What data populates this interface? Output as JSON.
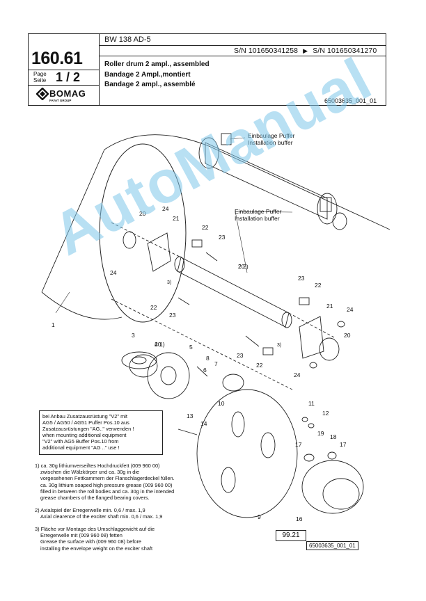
{
  "header": {
    "model": "BW 138 AD-5",
    "sn_from": "S/N 101650341258",
    "sn_arrow": "▶",
    "sn_to": "S/N 101650341270",
    "page_number": "160.61",
    "page_label_en": "Page",
    "page_label_de": "Seite",
    "page_value": "1 / 2",
    "logo_text": "BOMAG",
    "logo_sub": "FAYAT GROUP",
    "titles": [
      "Roller drum 2 ampl., assembled",
      "Bandage 2 Ampl.,montiert",
      "Bandage 2 ampl., assemblé"
    ],
    "doc_ref": "65003635_001_01"
  },
  "diagram": {
    "callouts": {
      "buffer_top_de": "Einbaulage Puffer",
      "buffer_top_en": "Installation buffer",
      "buffer_mid_de": "Einbaulage Puffer",
      "buffer_mid_en": "Installation buffer"
    },
    "labels": [
      "1",
      "2",
      "3",
      "4",
      "5",
      "6",
      "7",
      "8",
      "9",
      "10",
      "11",
      "12",
      "13",
      "14",
      "16",
      "17",
      "17",
      "18",
      "19",
      "20",
      "20",
      "21",
      "21",
      "22",
      "22",
      "22",
      "22",
      "23",
      "23",
      "23",
      "23",
      "24",
      "24",
      "24",
      "24",
      "2 2)",
      "4 1)",
      "3)",
      "3)"
    ],
    "ref_box": "99.21"
  },
  "note_box": [
    "bei Anbau Zusatzausrüstung \"V2\" mit",
    "AG5 / AG50 / AG51 Puffer Pos.10 aus",
    "Zusatzausrüstungen \"AG..\" verwenden !",
    "when mounting additional equipment",
    "\"V2\" with AG5 Buffer Pos.10 from",
    "additional equipment \"AG ..\" use !"
  ],
  "footnotes": {
    "n1": [
      "1) ca. 30g lithiumverseiftes Hochdruckfett (009 960 00)",
      "zwischen die Wälzkörper und ca. 30g in die",
      "vorgesehenen Fettkammern der Flanschlagerdeckel füllen.",
      "ca. 30g lithium soaped high pressure grease (009 960 00)",
      "filled in between the roll bodies and ca. 30g in the intended",
      "grease chambers of the flanged bearing covers."
    ],
    "n2": [
      "2) Axialspiel der Erregerwelle min. 0,6 / max. 1,9",
      "Axial clearence of the exciter shaft min. 0,6 / max. 1,9"
    ],
    "n3": [
      "3) Fläche vor Montage des Umschlaggewicht auf die",
      "Erregerwelle mit (009 960 08) fetten",
      "Grease the surface with (009 960 08) before",
      "installing the envelope weight on the exciter shaft"
    ]
  },
  "footer_ref": "65003635_001_01",
  "watermark": "AutoManual",
  "colors": {
    "watermark": "#7fc7ea",
    "line": "#222222"
  }
}
